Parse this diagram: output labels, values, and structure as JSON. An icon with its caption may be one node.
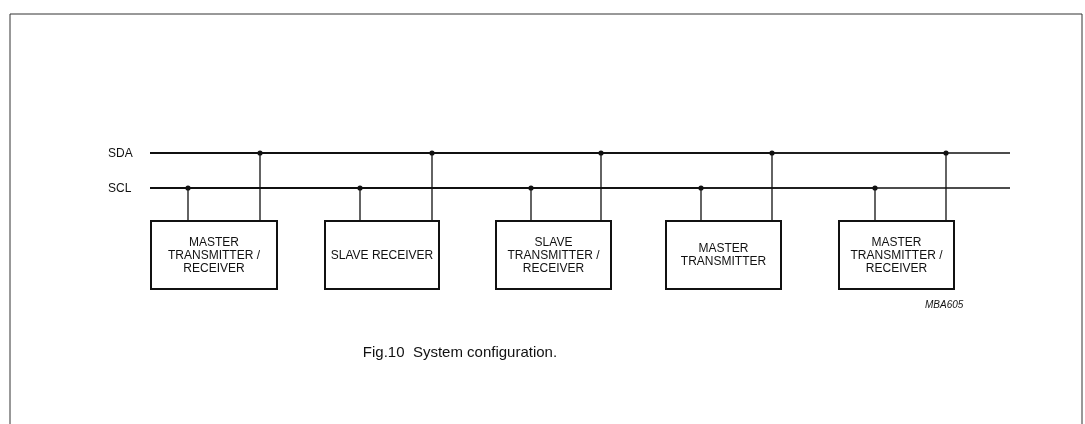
{
  "diagram": {
    "caption": "Fig.10  System configuration.",
    "nodes": [
      {
        "text": [
          "SDA"
        ]
      },
      {
        "text": [
          "SCL"
        ]
      },
      {
        "text": [
          "MASTER TRANSMITTER / RECEIVER"
        ]
      },
      {
        "text": [
          "SLAVE RECEIVER"
        ]
      },
      {
        "text": [
          "SLAVE TRANSMITTER / RECEIVER"
        ]
      },
      {
        "text": [
          "MASTER TRANSMITTER"
        ]
      },
      {
        "text": [
          "MASTER TRANSMITTER / RECEIVER"
        ]
      }
    ],
    "edges": [
      {
        "from": 0,
        "to": 2,
        "arrow": "none"
      },
      {
        "from": 1,
        "to": 2,
        "arrow": "none"
      },
      {
        "from": 0,
        "to": 3,
        "arrow": "none"
      },
      {
        "from": 1,
        "to": 3,
        "arrow": "none"
      },
      {
        "from": 0,
        "to": 4,
        "arrow": "none"
      },
      {
        "from": 1,
        "to": 4,
        "arrow": "none"
      },
      {
        "from": 0,
        "to": 5,
        "arrow": "none"
      },
      {
        "from": 1,
        "to": 5,
        "arrow": "none"
      },
      {
        "from": 0,
        "to": 6,
        "arrow": "none"
      },
      {
        "from": 1,
        "to": 6,
        "arrow": "none"
      }
    ],
    "labels": [
      "MBA605"
    ]
  }
}
